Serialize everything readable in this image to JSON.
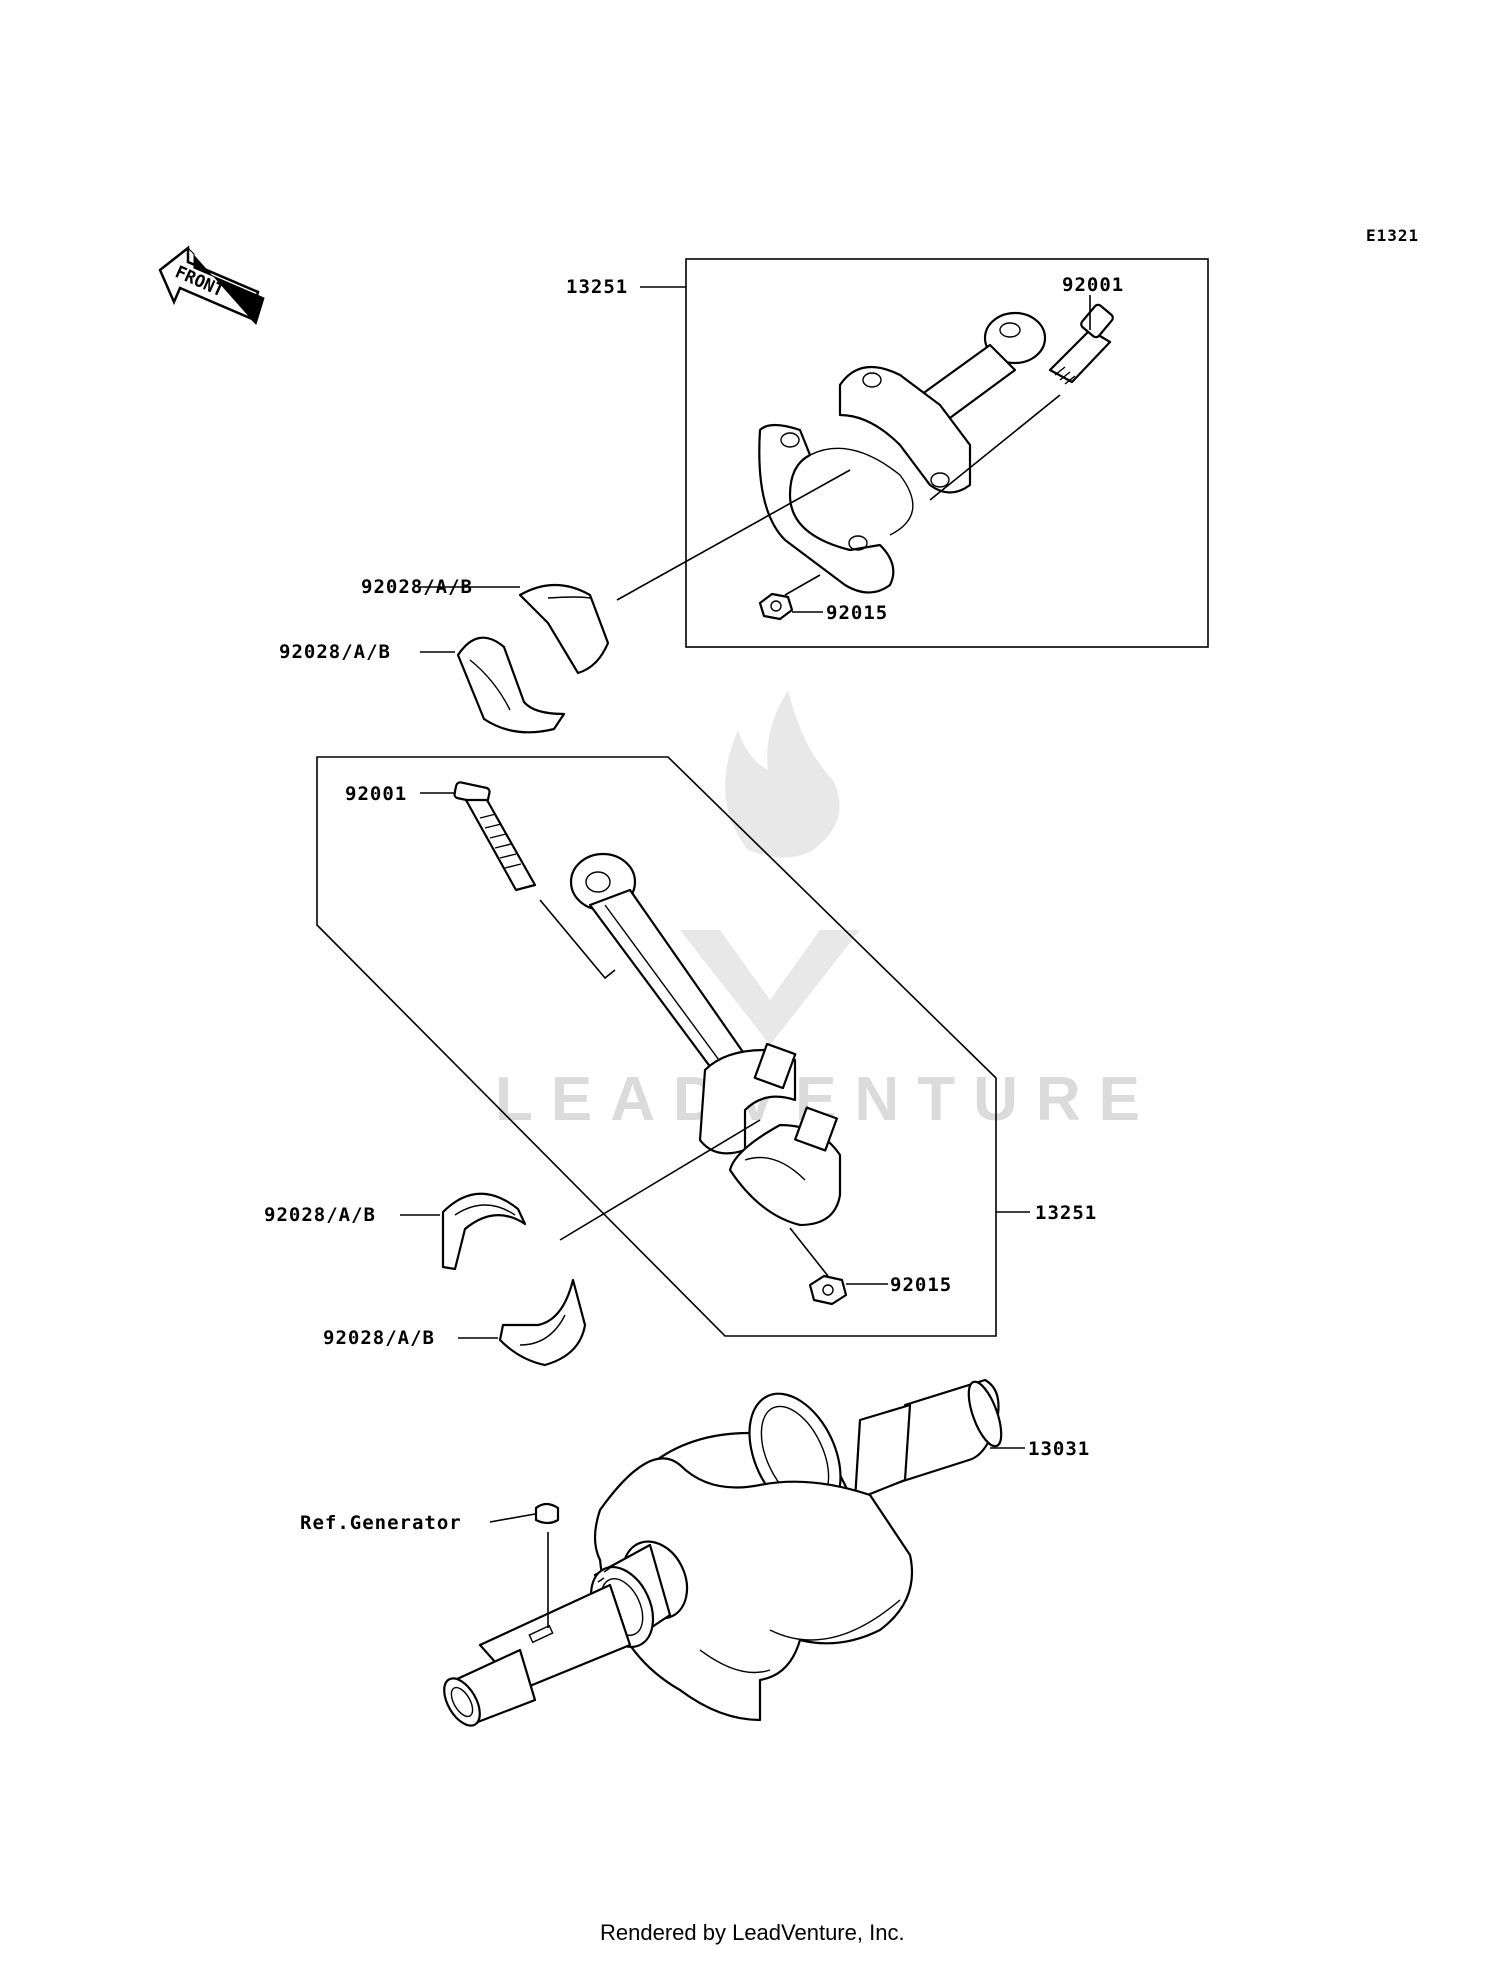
{
  "diagram_code": "E1321",
  "front_label": "FRONT",
  "watermark": "LEADVENTURE",
  "footer": "Rendered by LeadVenture, Inc.",
  "labels": {
    "conrod_top": "13251",
    "bolt_top": "92001",
    "nut_top": "92015",
    "bearing_top_1": "92028/A/B",
    "bearing_top_2": "92028/A/B",
    "bolt_mid": "92001",
    "conrod_mid": "13251",
    "bearing_mid_1": "92028/A/B",
    "bearing_mid_2": "92028/A/B",
    "nut_mid": "92015",
    "crankshaft": "13031",
    "ref_generator": "Ref.Generator"
  }
}
